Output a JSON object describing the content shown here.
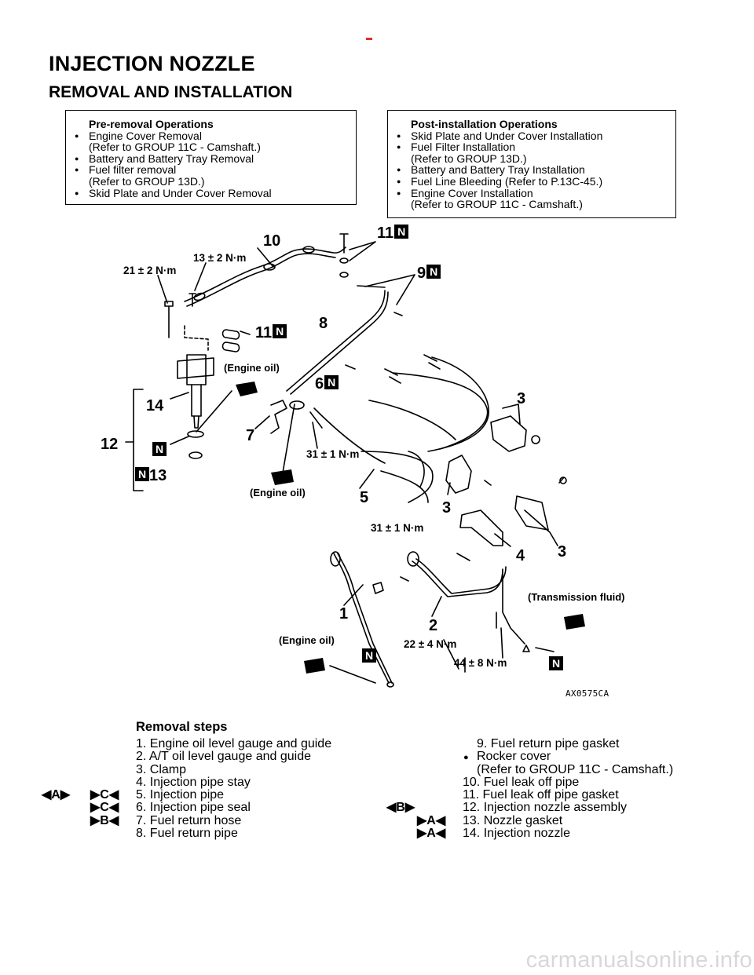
{
  "header": {
    "title": "INJECTION NOZZLE",
    "subtitle": "REMOVAL AND INSTALLATION"
  },
  "pre_removal": {
    "heading": "Pre-removal Operations",
    "items": [
      {
        "text": "Engine Cover Removal",
        "sub": "(Refer to GROUP 11C - Camshaft.)"
      },
      {
        "text": "Battery and Battery Tray Removal",
        "sub": ""
      },
      {
        "text": "Fuel filter removal",
        "sub": "(Refer to GROUP 13D.)"
      },
      {
        "text": "Skid Plate and Under Cover Removal",
        "sub": ""
      }
    ]
  },
  "post_installation": {
    "heading": "Post-installation Operations",
    "items": [
      {
        "text": "Skid Plate and Under Cover Installation",
        "sub": ""
      },
      {
        "text": "Fuel Filter Installation",
        "sub": "(Refer to GROUP 13D.)"
      },
      {
        "text": "Battery and Battery Tray Installation",
        "sub": ""
      },
      {
        "text": "Fuel Line Bleeding (Refer to P.13C-45.)",
        "sub": ""
      },
      {
        "text": "Engine Cover Installation",
        "sub": "(Refer to GROUP 11C - Camshaft.)"
      }
    ]
  },
  "diagram": {
    "n_mark": "N",
    "torques": {
      "t21": "21 ± 2 N·m",
      "t13": "13 ± 2 N·m",
      "t31a": "31 ± 1 N·m",
      "t31b": "31 ± 1 N·m",
      "t22": "22 ± 4 N·m",
      "t44": "44 ± 8 N·m"
    },
    "oil_labels": {
      "engine_oil_1": "(Engine oil)",
      "engine_oil_2": "(Engine oil)",
      "engine_oil_3": "(Engine oil)",
      "transmission_fluid": "(Transmission fluid)"
    },
    "part_numbers": {
      "p1": "1",
      "p2": "2",
      "p3a": "3",
      "p3b": "3",
      "p3c": "3",
      "p4": "4",
      "p5": "5",
      "p6": "6",
      "p7": "7",
      "p8": "8",
      "p9": "9",
      "p10": "10",
      "p11a": "11",
      "p11b": "11",
      "p12": "12",
      "p13": "13",
      "p14": "14"
    },
    "figure_code": "AX0575CA"
  },
  "removal_steps": {
    "title": "Removal steps",
    "left": [
      {
        "text": "1. Engine oil level gauge and guide",
        "mark1": "",
        "mark2": ""
      },
      {
        "text": "2. A/T oil level gauge and guide",
        "mark1": "",
        "mark2": ""
      },
      {
        "text": "3. Clamp",
        "mark1": "",
        "mark2": ""
      },
      {
        "text": "4. Injection pipe stay",
        "mark1": "",
        "mark2": ""
      },
      {
        "text": "5. Injection pipe",
        "mark1": "◀A▶",
        "mark2": "▶C◀"
      },
      {
        "text": "6. Injection pipe seal",
        "mark1": "",
        "mark2": "▶C◀"
      },
      {
        "text": "7. Fuel return hose",
        "mark1": "",
        "mark2": "▶B◀"
      },
      {
        "text": "8. Fuel return pipe",
        "mark1": "",
        "mark2": ""
      }
    ],
    "right": [
      {
        "text": "9. Fuel return pipe gasket",
        "mark1": "",
        "mark2": "",
        "style": "plain"
      },
      {
        "text": "Rocker cover",
        "mark1": "",
        "mark2": "",
        "style": "bullet"
      },
      {
        "text": "(Refer to GROUP 11C - Camshaft.)",
        "mark1": "",
        "mark2": "",
        "style": "indent"
      },
      {
        "text": "10. Fuel leak off pipe",
        "mark1": "",
        "mark2": "",
        "style": "plain"
      },
      {
        "text": "11. Fuel leak off pipe gasket",
        "mark1": "",
        "mark2": "",
        "style": "plain"
      },
      {
        "text": "12. Injection nozzle assembly",
        "mark1": "◀B▶",
        "mark2": "",
        "style": "plain"
      },
      {
        "text": "13. Nozzle gasket",
        "mark1": "",
        "mark2": "▶A◀",
        "style": "plain"
      },
      {
        "text": "14. Injection nozzle",
        "mark1": "",
        "mark2": "▶A◀",
        "style": "plain"
      }
    ]
  },
  "watermark": "carmanualsonline.info"
}
